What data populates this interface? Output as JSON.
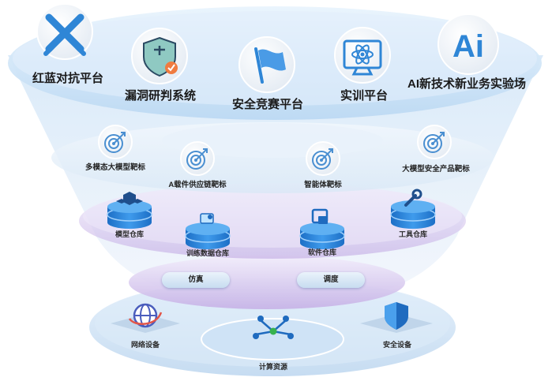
{
  "platforms": [
    {
      "label": "红蓝对抗平台",
      "icon": "crossed-swords-icon"
    },
    {
      "label": "漏洞研判系统",
      "icon": "shield-check-icon"
    },
    {
      "label": "安全竞赛平台",
      "icon": "flag-icon"
    },
    {
      "label": "实训平台",
      "icon": "atom-monitor-icon"
    },
    {
      "label": "AI新技术新业务实验场",
      "icon": "ai-icon"
    }
  ],
  "ranges": [
    {
      "label": "多模态大模型靶标",
      "icon": "target-icon"
    },
    {
      "label": "A载件供应链靶标",
      "icon": "target-icon"
    },
    {
      "label": "智能体靶标",
      "icon": "target-icon"
    },
    {
      "label": "大模型安全产品靶标",
      "icon": "target-icon"
    }
  ],
  "repositories": [
    {
      "label": "模型仓库",
      "icon": "cubes-icon"
    },
    {
      "label": "训练数据仓库",
      "icon": "data-icon"
    },
    {
      "label": "软件仓库",
      "icon": "software-icon"
    },
    {
      "label": "工具仓库",
      "icon": "wrench-icon"
    }
  ],
  "services": [
    {
      "label": "仿真"
    },
    {
      "label": "调度"
    }
  ],
  "infrastructure": [
    {
      "label": "网络设备",
      "icon": "network-globe-icon"
    },
    {
      "label": "计算资源",
      "icon": "compute-nodes-icon"
    },
    {
      "label": "安全设备",
      "icon": "security-shield-icon"
    }
  ],
  "colors": {
    "accent": "#2f86d6",
    "funnel": "#cfe4f7",
    "purple": "#c9b6ea",
    "ring": "#bcd8f2"
  }
}
